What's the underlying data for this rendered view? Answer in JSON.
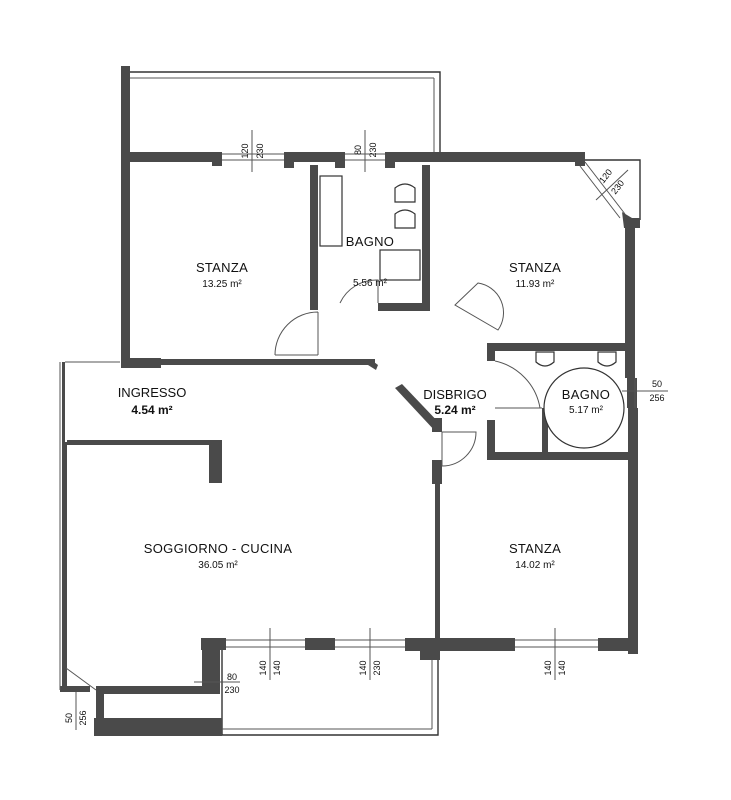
{
  "rooms": [
    {
      "id": "stanza-1",
      "name": "STANZA",
      "area": "13.25 m²"
    },
    {
      "id": "bagno-1",
      "name": "BAGNO",
      "area": "5.56 m²"
    },
    {
      "id": "stanza-2",
      "name": "STANZA",
      "area": "11.93 m²"
    },
    {
      "id": "ingresso",
      "name": "INGRESSO",
      "area": "4.54 m²"
    },
    {
      "id": "disbrigo",
      "name": "DISBRIGO",
      "area": "5.24 m²"
    },
    {
      "id": "bagno-2",
      "name": "BAGNO",
      "area": "5.17 m²"
    },
    {
      "id": "soggiorno",
      "name": "SOGGIORNO - CUCINA",
      "area": "36.05 m²"
    },
    {
      "id": "stanza-3",
      "name": "STANZA",
      "area": "14.02 m²"
    }
  ],
  "dimensions": [
    {
      "id": "window-stanza-1",
      "top": "120",
      "bottom": "230"
    },
    {
      "id": "window-bagno-1",
      "top": "80",
      "bottom": "230"
    },
    {
      "id": "window-stanza-2",
      "top": "120",
      "bottom": "230"
    },
    {
      "id": "window-bagno-2",
      "top": "50",
      "bottom": "256"
    },
    {
      "id": "window-soggiorno-corner",
      "top": "80",
      "bottom": "230"
    },
    {
      "id": "window-soggiorno-1",
      "top": "140",
      "bottom": "140"
    },
    {
      "id": "window-soggiorno-2",
      "top": "140",
      "bottom": "230"
    },
    {
      "id": "window-stanza-3",
      "top": "140",
      "bottom": "140"
    },
    {
      "id": "window-soggiorno-left",
      "top": "50",
      "bottom": "256"
    }
  ]
}
